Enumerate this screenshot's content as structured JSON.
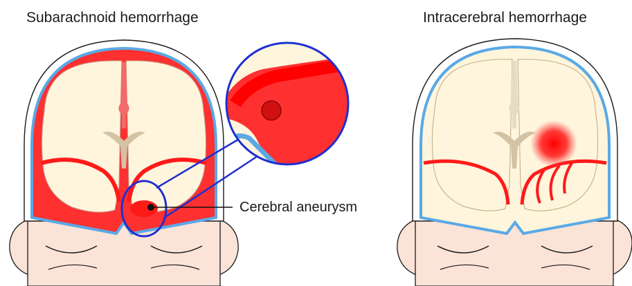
{
  "panels": [
    {
      "title": "Subarachnoid hemorrhage"
    },
    {
      "title": "Intracerebral hemorrhage"
    }
  ],
  "callout": {
    "label": "Cerebral aneurysm"
  },
  "colors": {
    "skin": "#fbe3d8",
    "scalp_outline": "#1a1a1a",
    "skull_band": "#ffffff",
    "dura": "#5aa9e6",
    "blood": "#ff1a1a",
    "blood_light": "#f26a6a",
    "brain": "#fff5dc",
    "ventricle": "#d2c3a5",
    "zoom_ring": "#1f2fd0"
  }
}
